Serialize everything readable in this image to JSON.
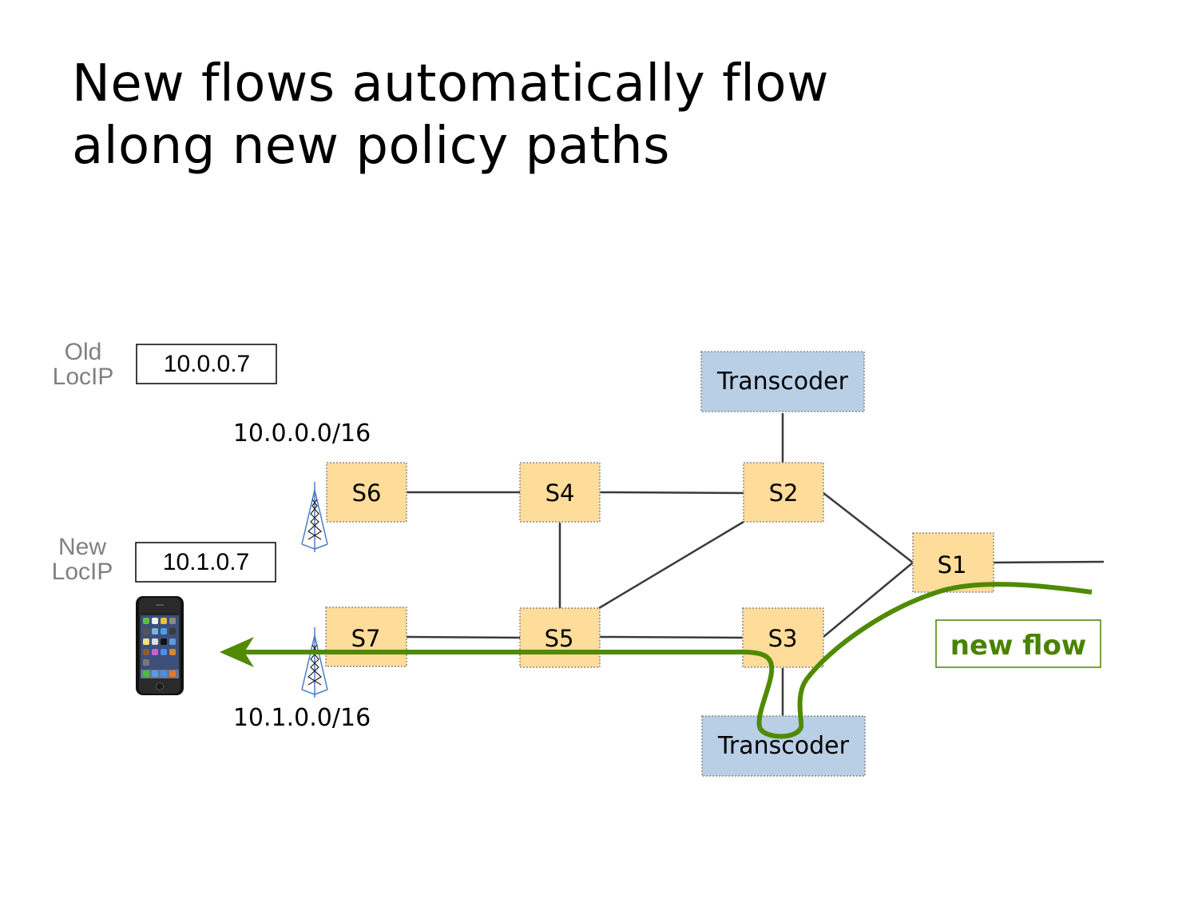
{
  "slide": {
    "title_lines": [
      "New flows automatically flow",
      "along new policy paths"
    ]
  },
  "locip": {
    "old": {
      "label_lines": [
        "Old",
        "LocIP"
      ],
      "value": "10.0.0.7"
    },
    "new": {
      "label_lines": [
        "New",
        "LocIP"
      ],
      "value": "10.1.0.7"
    }
  },
  "prefixes": {
    "top": "10.0.0.0/16",
    "bottom": "10.1.0.0/16"
  },
  "switches": {
    "s1": "S1",
    "s2": "S2",
    "s3": "S3",
    "s4": "S4",
    "s5": "S5",
    "s6": "S6",
    "s7": "S7"
  },
  "middleboxes": {
    "top": "Transcoder",
    "bottom": "Transcoder"
  },
  "links": [
    [
      "S6",
      "S4"
    ],
    [
      "S4",
      "S2"
    ],
    [
      "S4",
      "S5"
    ],
    [
      "S5",
      "S2"
    ],
    [
      "S7",
      "S5"
    ],
    [
      "S5",
      "S3"
    ],
    [
      "S2",
      "S1"
    ],
    [
      "S3",
      "S1"
    ],
    [
      "S2",
      "Transcoder-top"
    ],
    [
      "S3",
      "Transcoder-bottom"
    ],
    [
      "S1",
      "external"
    ]
  ],
  "flow": {
    "label": "new flow",
    "path": [
      "external",
      "S1",
      "S3",
      "Transcoder-bottom",
      "S3",
      "S5",
      "S7",
      "phone"
    ]
  },
  "colors": {
    "switch_fill": "#fedc9a",
    "transcoder_fill": "#b9cfe6",
    "box_border": "#8c8c8c",
    "link": "#3a3a3a",
    "flow": "#4f8a00",
    "flow_label": "#4a8200",
    "tower": "#4a7cc8",
    "muted_label": "#808080"
  },
  "icons": {
    "phone": "smartphone-icon",
    "tower": "cell-tower-icon"
  }
}
